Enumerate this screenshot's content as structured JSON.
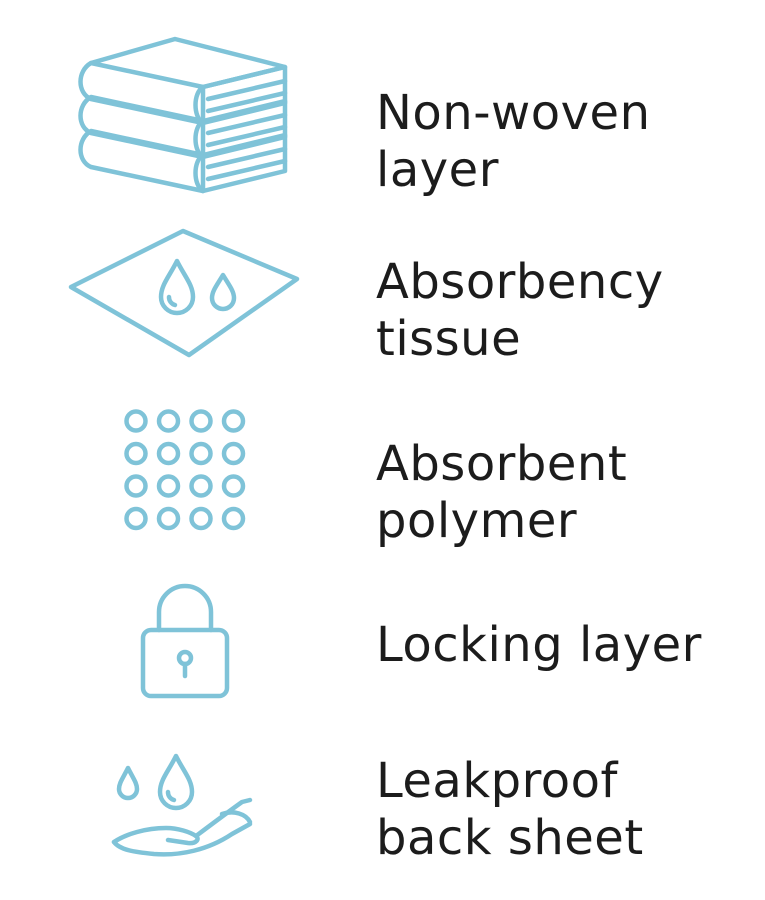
{
  "theme": {
    "icon_color": "#7fc3d8",
    "text_color": "#1c1c1c",
    "background": "#ffffff"
  },
  "layers": [
    {
      "icon": "folded-towels-icon",
      "label_line1": "Non-woven",
      "label_line2": "layer"
    },
    {
      "icon": "tissue-droplets-icon",
      "label_line1": "Absorbency",
      "label_line2": "tissue"
    },
    {
      "icon": "dot-grid-icon",
      "label_line1": "Absorbent",
      "label_line2": "polymer"
    },
    {
      "icon": "padlock-icon",
      "label_line1": "Locking layer",
      "label_line2": ""
    },
    {
      "icon": "hand-droplets-icon",
      "label_line1": "Leakproof",
      "label_line2": "back sheet"
    }
  ]
}
